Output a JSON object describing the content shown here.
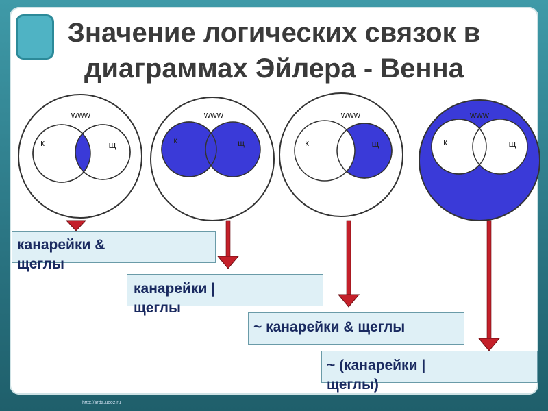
{
  "title": "Значение логических связок в диаграммах Эйлера - Венна",
  "diagrams": [
    {
      "universe": "www",
      "left_set": "к",
      "right_set": "щ",
      "operation": "intersection",
      "result_label": "канарейки & щеглы"
    },
    {
      "universe": "www",
      "left_set": "к",
      "right_set": "щ",
      "operation": "union",
      "result_label": "канарейки | щеглы"
    },
    {
      "universe": "www",
      "left_set": "к",
      "right_set": "щ",
      "operation": "not-left-and-right",
      "result_label": "~ канарейки & щеглы"
    },
    {
      "universe": "www",
      "left_set": "к",
      "right_set": "щ",
      "operation": "complement-of-union",
      "result_label": "~ (канарейки |щеглы)"
    }
  ],
  "colors": {
    "fill": "#3a3ad8",
    "arrow": "#c4202a",
    "box_bg": "#dff0f6",
    "box_border": "#6a9ba8",
    "text": "#1a2a60"
  },
  "footer": "http://arda.ucoz.ru"
}
